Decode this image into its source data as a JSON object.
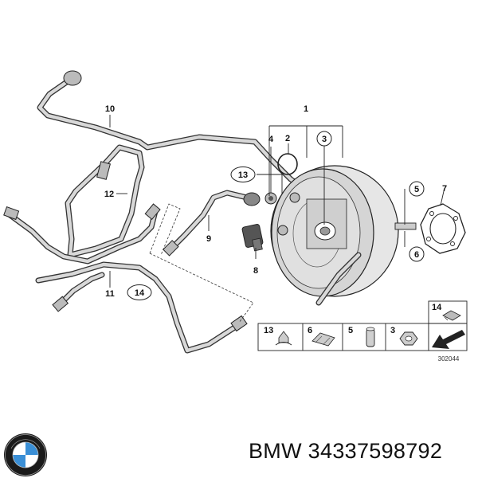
{
  "diagram": {
    "labels": {
      "l1": "1",
      "l2": "2",
      "l3": "3",
      "l4": "4",
      "l5": "5",
      "l6": "6",
      "l7": "7",
      "l8": "8",
      "l9": "9",
      "l10": "10",
      "l11": "11",
      "l12": "12",
      "l13": "13",
      "l14": "14"
    },
    "parts_table": {
      "c13": "13",
      "c6": "6",
      "c5": "5",
      "c3": "3",
      "c14": "14"
    },
    "drawing_number": "302044"
  },
  "footer": {
    "brand_text": "BMW 34337598792"
  },
  "colors": {
    "line": "#333333",
    "pipe_fill": "#d8d8d8",
    "booster_fill": "#dcdcdc",
    "logo_blue": "#3a8fd6"
  }
}
